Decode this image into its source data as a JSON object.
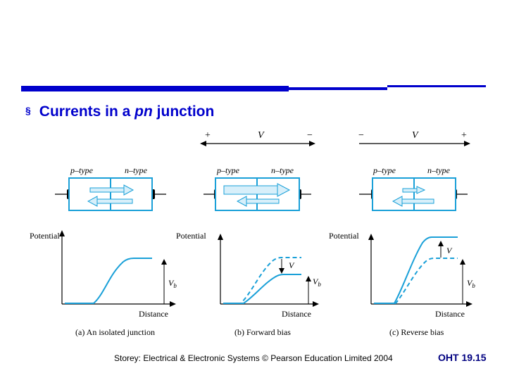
{
  "heading": {
    "bullet": "§",
    "prefix": "Currents in a ",
    "italic": "pn",
    "suffix": " junction"
  },
  "panels": [
    {
      "bias_polarity_left": "+",
      "bias_polarity_right": "−",
      "bias_label": "V",
      "p_label": "p–type",
      "n_label": "n–type",
      "potential_label": "Potential",
      "distance_label": "Distance",
      "vb_label": "V",
      "vb_sub": "b",
      "caption": "(a) An isolated junction"
    },
    {
      "p_label": "p–type",
      "n_label": "n–type",
      "potential_label": "Potential",
      "distance_label": "Distance",
      "vb_label": "V",
      "vb_sub": "b",
      "v_label": "V",
      "caption": "(b) Forward bias"
    },
    {
      "bias_polarity_left": "−",
      "bias_polarity_right": "+",
      "bias_label": "V",
      "p_label": "p–type",
      "n_label": "n–type",
      "potential_label": "Potential",
      "distance_label": "Distance",
      "vb_label": "V",
      "vb_sub": "b",
      "v_label": "V",
      "caption": "(c) Reverse bias"
    }
  ],
  "footer": {
    "credit": "Storey: Electrical & Electronic Systems © Pearson Education Limited 2004",
    "slide_number": "OHT 19.15"
  },
  "colors": {
    "accent_blue": "#0000cc",
    "diagram_blue": "#1aa0d8",
    "slide_number_navy": "#000080"
  }
}
